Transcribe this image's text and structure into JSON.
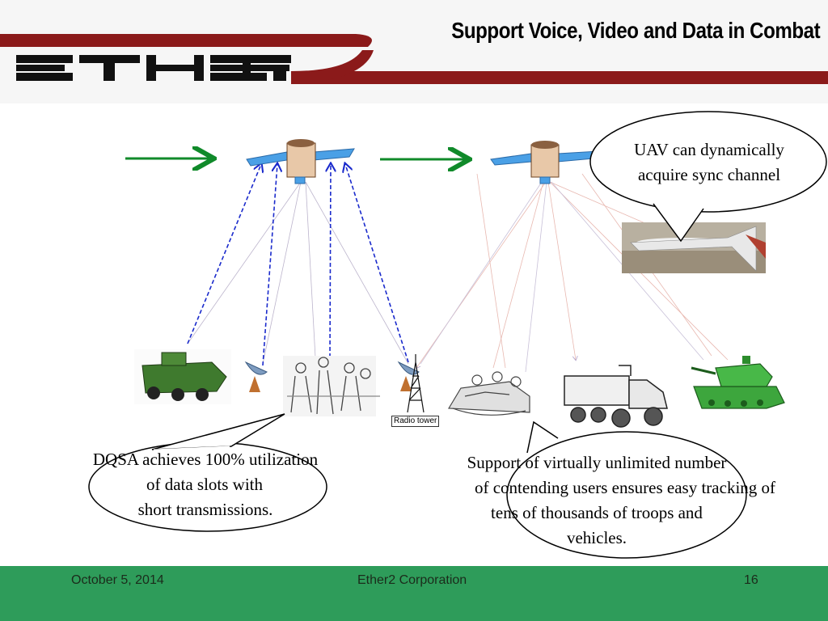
{
  "slide": {
    "title": "Support Voice, Video and Data in Combat",
    "logo_text": "ETHER2",
    "colors": {
      "brand_red": "#8b1a1a",
      "footer_green": "#2e9c5a",
      "arrow_green": "#108a2a",
      "link_blue": "#1a2acc"
    }
  },
  "callouts": {
    "uav": [
      "UAV can dynamically",
      "acquire sync channel"
    ],
    "dqsa": [
      "DQSA achieves 100% utilization",
      "of data slots with",
      "short transmissions."
    ],
    "support": [
      "Support of virtually unlimited number",
      "of contending users ensures easy tracking of",
      "tens of thousands of troops and",
      "vehicles."
    ]
  },
  "diagram": {
    "radio_tower_label": "Radio tower",
    "icons": [
      "satellite-icon",
      "satellite-icon",
      "uav-drone-icon",
      "armored-vehicle-icon",
      "satellite-dish-icon",
      "troops-group-icon",
      "radio-tower-icon",
      "tank-troops-icon",
      "military-truck-icon",
      "tank-icon"
    ]
  },
  "footer": {
    "date": "October 5, 2014",
    "company": "Ether2 Corporation",
    "page": "16"
  }
}
